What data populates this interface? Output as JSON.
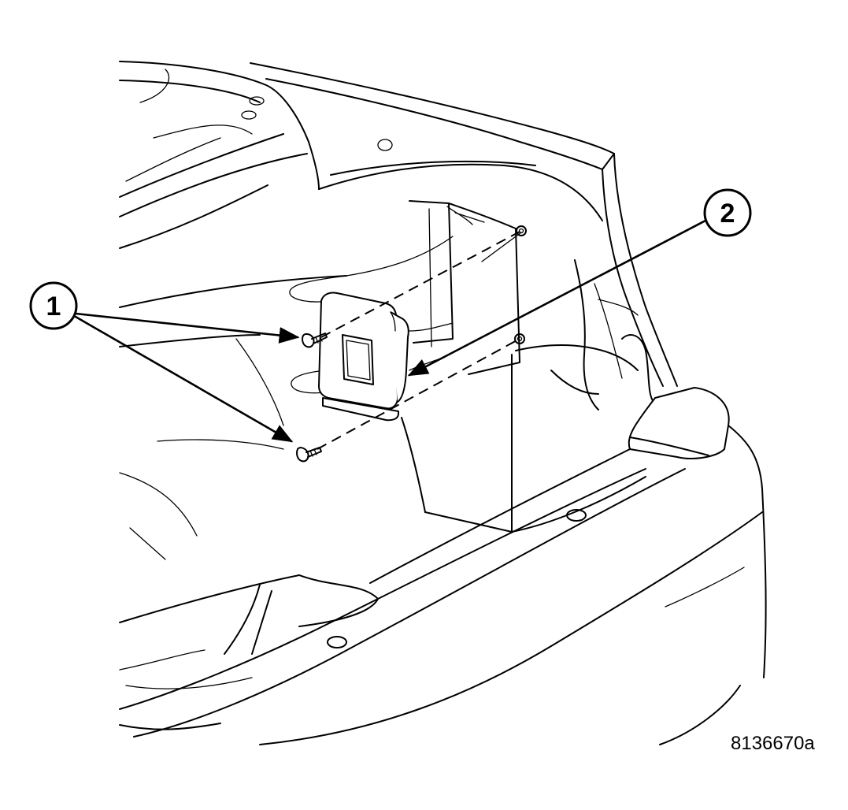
{
  "callouts": [
    {
      "number": "1"
    },
    {
      "number": "2"
    }
  ],
  "figure_id": "8136670a",
  "colors": {
    "ink": "#000000",
    "paper": "#ffffff"
  }
}
